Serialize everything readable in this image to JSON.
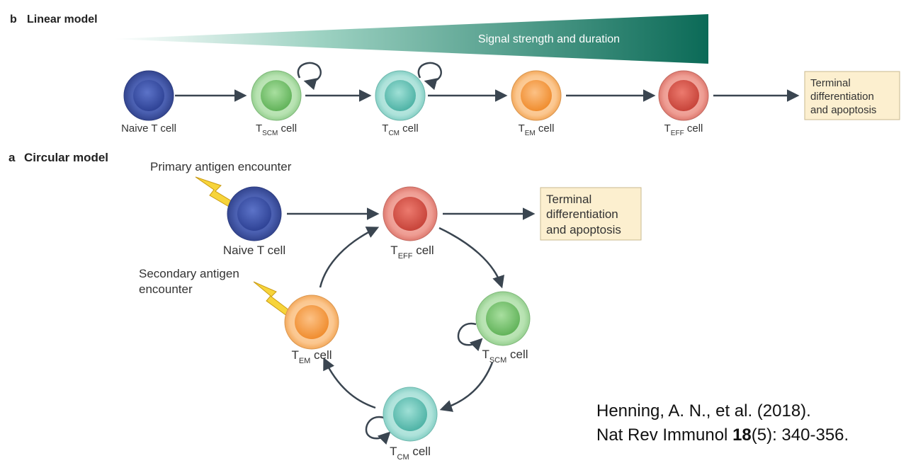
{
  "panel_b": {
    "letter": "b",
    "title": "Linear model",
    "gradient_label": "Signal strength and duration",
    "cells": [
      {
        "main": "Naive T cell",
        "sub": "",
        "suffix": ""
      },
      {
        "main": "T",
        "sub": "SCM",
        "suffix": " cell"
      },
      {
        "main": "T",
        "sub": "CM",
        "suffix": " cell"
      },
      {
        "main": "T",
        "sub": "EM",
        "suffix": " cell"
      },
      {
        "main": "T",
        "sub": "EFF",
        "suffix": " cell"
      }
    ],
    "terminal": [
      "Terminal",
      "differentiation",
      "and apoptosis"
    ]
  },
  "panel_a": {
    "letter": "a",
    "title": "Circular model",
    "primary_label": "Primary antigen encounter",
    "secondary_label": [
      "Secondary antigen",
      "encounter"
    ],
    "cells": {
      "naive": {
        "main": "Naive T cell",
        "sub": "",
        "suffix": ""
      },
      "teff": {
        "main": "T",
        "sub": "EFF",
        "suffix": " cell"
      },
      "tscm": {
        "main": "T",
        "sub": "SCM",
        "suffix": " cell"
      },
      "tcm": {
        "main": "T",
        "sub": "CM",
        "suffix": " cell"
      },
      "tem": {
        "main": "T",
        "sub": "EM",
        "suffix": " cell"
      }
    },
    "terminal": [
      "Terminal",
      "differentiation",
      "and apoptosis"
    ]
  },
  "citation": {
    "line1": "Henning, A. N., et al. (2018).",
    "line2_prefix": "Nat Rev Immunol ",
    "line2_bold": "18",
    "line2_suffix": "(5): 340-356."
  },
  "colors": {
    "naive": "#4a5fb0",
    "tscm": "#8fd08f",
    "tcm": "#86d2c8",
    "tem": "#f6b06a",
    "teff": "#e2706a",
    "gradient_dark": "#0b6a57",
    "terminal_box": "#fcefcf",
    "arrow": "#3a4550"
  }
}
